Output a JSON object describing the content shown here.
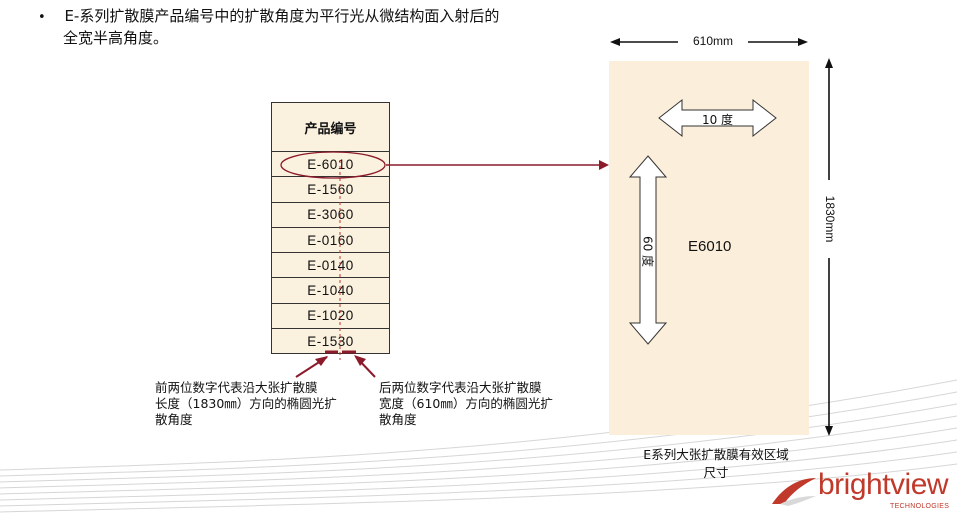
{
  "intro": {
    "bullet": "•",
    "line1": "E-系列扩散膜产品编号中的扩散角度为平行光从微结构面入射后的",
    "line2": "全宽半高角度。"
  },
  "table": {
    "header": "产品编号",
    "rows": [
      "E-6010",
      "E-1560",
      "E-3060",
      "E-0160",
      "E-0140",
      "E-1040",
      "E-1020",
      "E-1530"
    ],
    "highlighted": "E-6010"
  },
  "film": {
    "width_label": "610mm",
    "height_label": "1830mm",
    "horizontal_angle": "10 度",
    "vertical_angle": "60 度",
    "model": "E6010",
    "caption_line1": "E系列大张扩散膜有效区域",
    "caption_line2": "尺寸"
  },
  "notes": {
    "left": [
      "前两位数字代表沿大张扩散膜",
      "长度（1830㎜）方向的椭圆光扩",
      "散角度"
    ],
    "right": [
      "后两位数字代表沿大张扩散膜",
      "宽度（610㎜）方向的椭圆光扩",
      "散角度"
    ]
  },
  "logo": {
    "brand": "brightview",
    "sub": "TECHNOLOGIES"
  },
  "colors": {
    "panel": "#fbeedb",
    "accent": "#8b1a2b",
    "brand": "#c0392b"
  }
}
